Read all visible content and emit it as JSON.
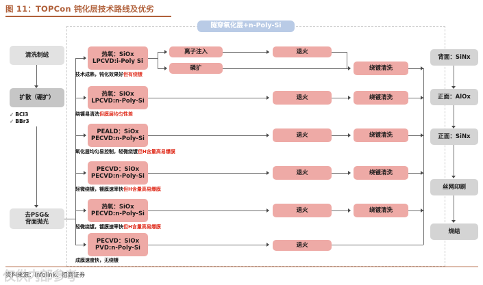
{
  "figure": {
    "title": "图 11：TOPCon 钝化层技术路线及优劣",
    "accent_color": "#b0603a",
    "source": "资料来源：Infolink、招商证券",
    "watermark": "仅供内部参考"
  },
  "header_banner": {
    "label": "隧穿氧化层+n-Poly-Si",
    "color": "#b9cbe6"
  },
  "left_column": {
    "steps": [
      {
        "label": "清洗制绒",
        "style": "grey-light"
      },
      {
        "label": "扩散（硼扩）",
        "style": "grey"
      },
      {
        "label": "去PSG&\n背面抛光",
        "line1": "去PSG&",
        "line2": "背面抛光",
        "style": "grey-light"
      }
    ],
    "checklist": [
      {
        "mark": "✓",
        "label": "BCl3"
      },
      {
        "mark": "✓",
        "label": "BBr3"
      }
    ]
  },
  "routes": [
    {
      "id": "route-1",
      "main": {
        "line1": "热氧：SiOx",
        "line2": "LPCVD:i-Poly Si"
      },
      "branches": [
        {
          "label": "离子注入"
        },
        {
          "label": "磷扩"
        }
      ],
      "anneal": "退火",
      "clean": "绕镀清洗",
      "note_ok": "技术成熟，钝化效果好",
      "note_bad": "但有绕镀"
    },
    {
      "id": "route-2",
      "main": {
        "line1": "热氧：SiOx",
        "line2": "LPCVD:n-Poly-Si"
      },
      "branches": [],
      "anneal": "退火",
      "clean": "绕镀清洗",
      "note_ok": "绕镀易清洗",
      "note_bad": "但膜层均匀性差"
    },
    {
      "id": "route-3",
      "main": {
        "line1": "PEALD：SiOx",
        "line2": "PECVD:n-Poly-Si"
      },
      "branches": [],
      "anneal": "退火",
      "clean": "绕镀清洗",
      "note_ok": "氧化层均匀易控制，轻微绕镀",
      "note_bad": "但H含量高易爆膜"
    },
    {
      "id": "route-4",
      "main": {
        "line1": "PECVD：SiOx",
        "line2": "PECVD:n-Poly-Si"
      },
      "branches": [],
      "anneal": "退火",
      "clean": "绕镀清洗",
      "note_ok": "轻微绕镀，镀膜速率快",
      "note_bad": "但H含量高易爆膜"
    },
    {
      "id": "route-5",
      "main": {
        "line1": "热氧：SiOx",
        "line2": "PECVD:n-Poly-Si"
      },
      "branches": [],
      "anneal": "退火",
      "clean": "绕镀清洗",
      "note_ok": "轻微绕镀，镀膜速率快",
      "note_bad": "但H含量高易爆膜"
    },
    {
      "id": "route-6",
      "main": {
        "line1": "PECVD：SiOx",
        "line2": "PVD:n-Poly-Si"
      },
      "branches": [],
      "anneal": "退火",
      "clean": "",
      "note_ok": "成膜速度快，无绕镀",
      "note_bad": ""
    }
  ],
  "right_column": {
    "steps": [
      {
        "label": "背面：SiNx"
      },
      {
        "label": "正面：AlOx"
      },
      {
        "label": "正面：SiNx"
      },
      {
        "label": "丝网印刷"
      },
      {
        "label": "烧结"
      }
    ]
  }
}
